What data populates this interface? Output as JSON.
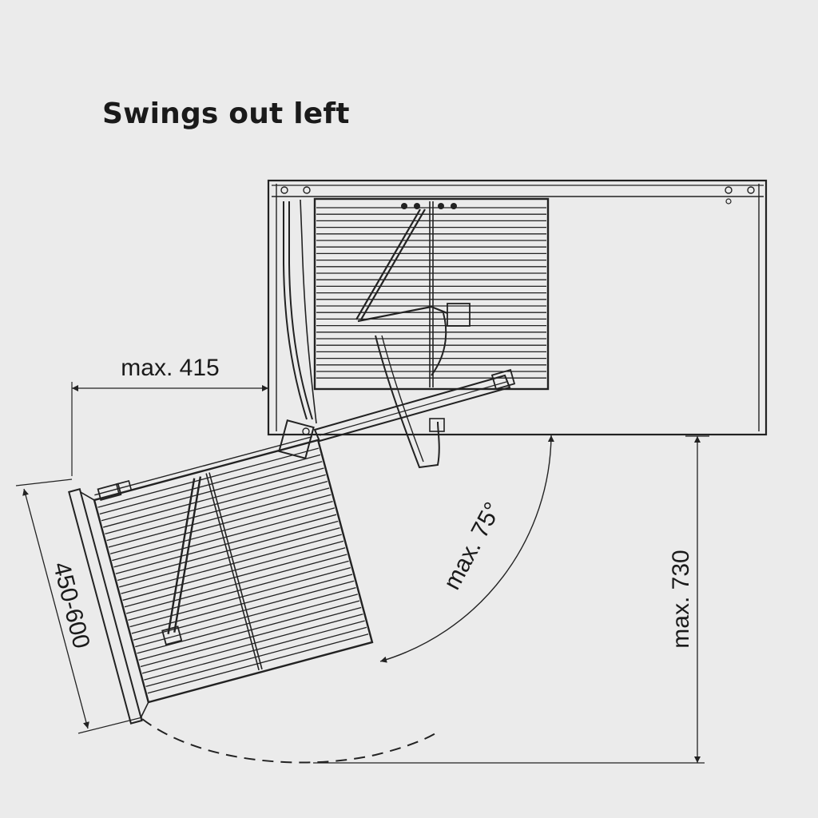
{
  "title": "Swings out left",
  "dimensions": {
    "width_label": "max. 415",
    "depth_label": "450-600",
    "angle_label": "max. 75°",
    "length_label": "max. 730"
  },
  "colors": {
    "background": "#ebebeb",
    "line": "#222222",
    "text": "#1a1a1a"
  }
}
